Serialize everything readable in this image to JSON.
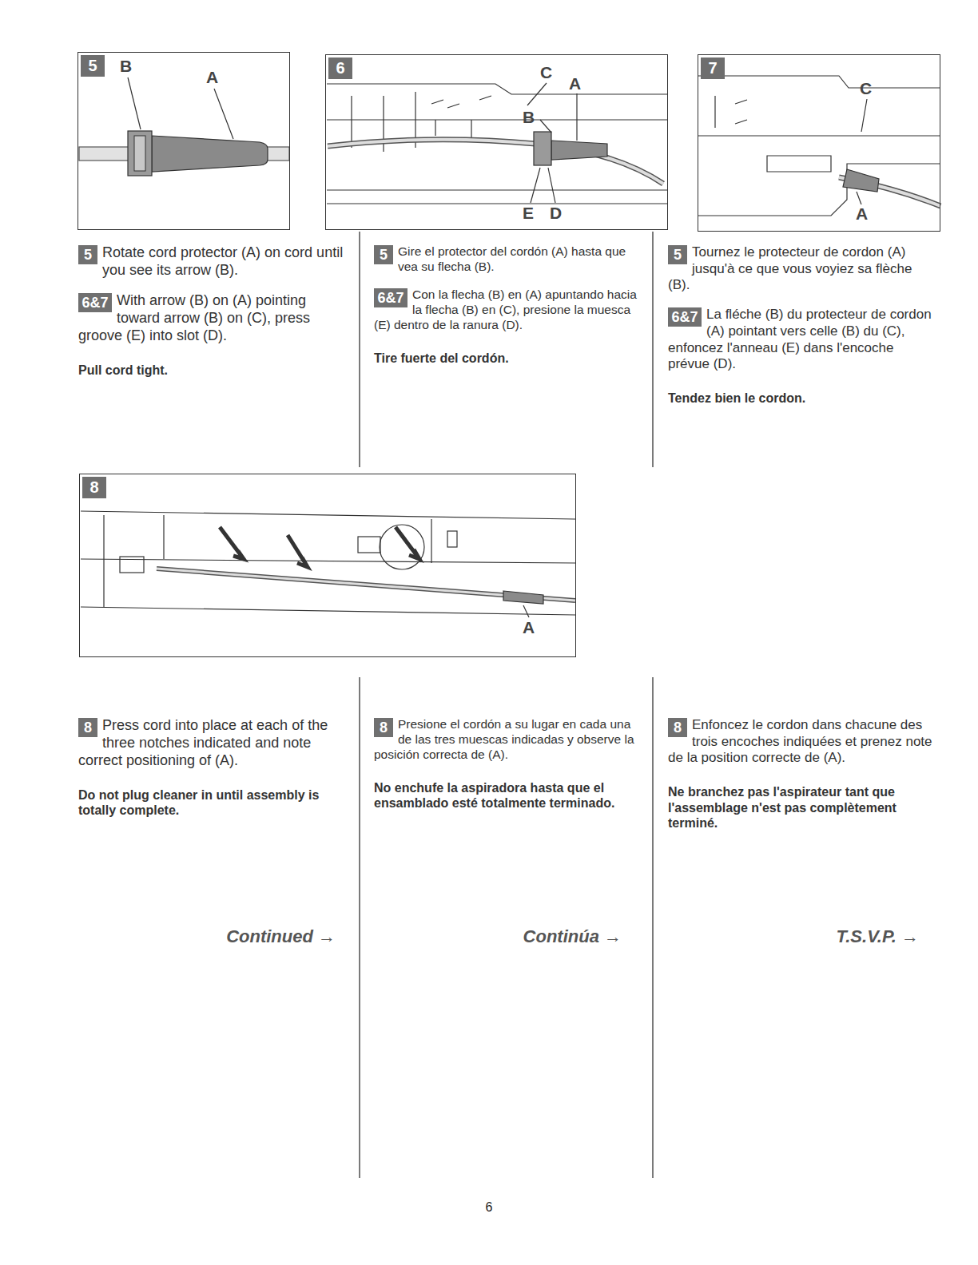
{
  "diagram": {
    "nodes": [
      {
        "text": [
          "5"
        ]
      },
      {
        "text": [
          "6"
        ]
      },
      {
        "text": [
          "7"
        ]
      },
      {
        "text": [
          "5"
        ]
      },
      {
        "text": [
          "5"
        ]
      },
      {
        "text": [
          "5"
        ]
      },
      {
        "text": [
          "6&7"
        ]
      },
      {
        "text": [
          "6&7"
        ]
      },
      {
        "text": [
          "6&7"
        ]
      },
      {
        "text": [
          "8"
        ]
      },
      {
        "text": [
          "8"
        ]
      },
      {
        "text": [
          "8"
        ]
      },
      {
        "text": [
          "8"
        ]
      }
    ],
    "labels": [
      "B",
      "A",
      "C",
      "A",
      "B",
      "E",
      "D",
      "C",
      "A",
      "Rotate cord protector (A) on cord until you see its arrow (B).",
      "Gire el protector del cordón (A) hasta que vea su flecha (B).",
      "Tournez le protecteur de cordon (A) jusqu'à ce que vous voyiez sa flèche (B).",
      "With arrow (B) on (A) pointing toward arrow (B) on (C), press groove (E) into slot (D).",
      "Con la flecha (B) en (A) apuntando hacia la flecha (B) en (C), presione la muesca (E) dentro de la ranura (D).",
      "La fléche (B) du protecteur de cordon (A) pointant vers celle (B) du (C), enfoncez l'anneau (E) dans l'encoche prévue (D).",
      "Pull cord tight.",
      "Tire fuerte del cordón.",
      "Tendez bien le cordon.",
      "A",
      "Press cord into place at each of the three notches indicated and note correct positioning of (A).",
      "Presione el cordón a su lugar en cada una de las tres muescas indicadas y observe la posición correcta de (A).",
      "Enfoncez le cordon dans chacune des trois encoches indiquées et prenez note de la position correcte de (A).",
      "Do not plug cleaner in until assembly is totally complete.",
      "No enchufe la aspiradora hasta que el ensamblado esté totalmente terminado.",
      "Ne branchez pas l'aspirateur tant que l'assemblage n'est pas complètement terminé.",
      "Continued →",
      "Continúa →",
      "T.S.V.P. →",
      "6"
    ]
  }
}
